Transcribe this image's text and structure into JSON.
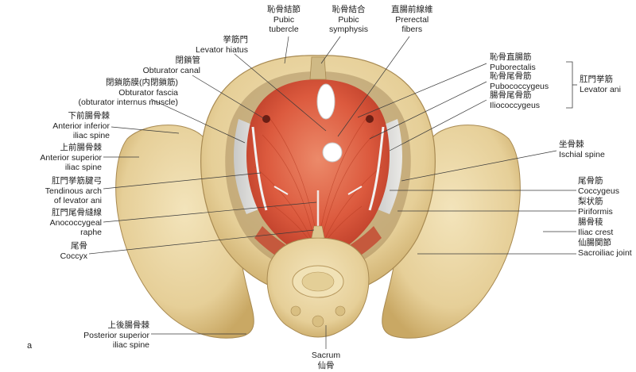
{
  "panel_letter": "a",
  "labels": {
    "pubic_tubercle": {
      "jp": "恥骨結節",
      "en1": "Pubic",
      "en2": "tubercle"
    },
    "pubic_symphysis": {
      "jp": "恥骨結合",
      "en1": "Pubic",
      "en2": "symphysis"
    },
    "prerectal_fibers": {
      "jp": "直腸前線維",
      "en1": "Prerectal",
      "en2": "fibers"
    },
    "levator_hiatus": {
      "jp": "挙筋門",
      "en": "Levator hiatus"
    },
    "obturator_canal": {
      "jp": "閉鎖管",
      "en": "Obturator canal"
    },
    "obturator_fascia": {
      "jp": "閉鎖筋膜(内閉鎖筋)",
      "en1": "Obturator fascia",
      "en2": "(obturator internus muscle)"
    },
    "anterior_inferior_iliac_spine": {
      "jp": "下前腸骨棘",
      "en1": "Anterior inferior",
      "en2": "iliac spine"
    },
    "anterior_superior_iliac_spine": {
      "jp": "上前腸骨棘",
      "en1": "Anterior superior",
      "en2": "iliac spine"
    },
    "tendinous_arch": {
      "jp": "肛門挙筋腱弓",
      "en1": "Tendinous arch",
      "en2": "of levator ani"
    },
    "anococcygeal_raphe": {
      "jp": "肛門尾骨縫線",
      "en1": "Anococcygeal",
      "en2": "raphe"
    },
    "coccyx": {
      "jp": "尾骨",
      "en": "Coccyx"
    },
    "posterior_superior_iliac_spine": {
      "jp": "上後腸骨棘",
      "en1": "Posterior superior",
      "en2": "iliac spine"
    },
    "sacrum": {
      "en": "Sacrum",
      "jp": "仙骨"
    },
    "puborectalis": {
      "jp": "恥骨直腸筋",
      "en": "Puborectalis"
    },
    "pubococcygeus": {
      "jp": "恥骨尾骨筋",
      "en": "Pubococcygeus"
    },
    "iliococcygeus": {
      "jp": "腸骨尾骨筋",
      "en": "Iliococcygeus"
    },
    "levator_ani": {
      "jp": "肛門挙筋",
      "en": "Levator ani"
    },
    "ischial_spine": {
      "jp": "坐骨棘",
      "en": "Ischial spine"
    },
    "coccygeus": {
      "jp": "尾骨筋",
      "en": "Coccygeus"
    },
    "piriformis": {
      "jp": "梨状筋",
      "en": "Piriformis"
    },
    "iliac_crest": {
      "jp": "腸骨稜",
      "en": "Iliac crest"
    },
    "sacroiliac_joint": {
      "jp": "仙腸関節",
      "en": "Sacroiliac joint"
    }
  },
  "colors": {
    "bone": "#ead7a6",
    "bone_shadow": "#c9ad72",
    "muscle": "#d9553c",
    "muscle_light": "#e98466",
    "tendon": "#dfe3e6",
    "leader": "#3a3a3a"
  }
}
